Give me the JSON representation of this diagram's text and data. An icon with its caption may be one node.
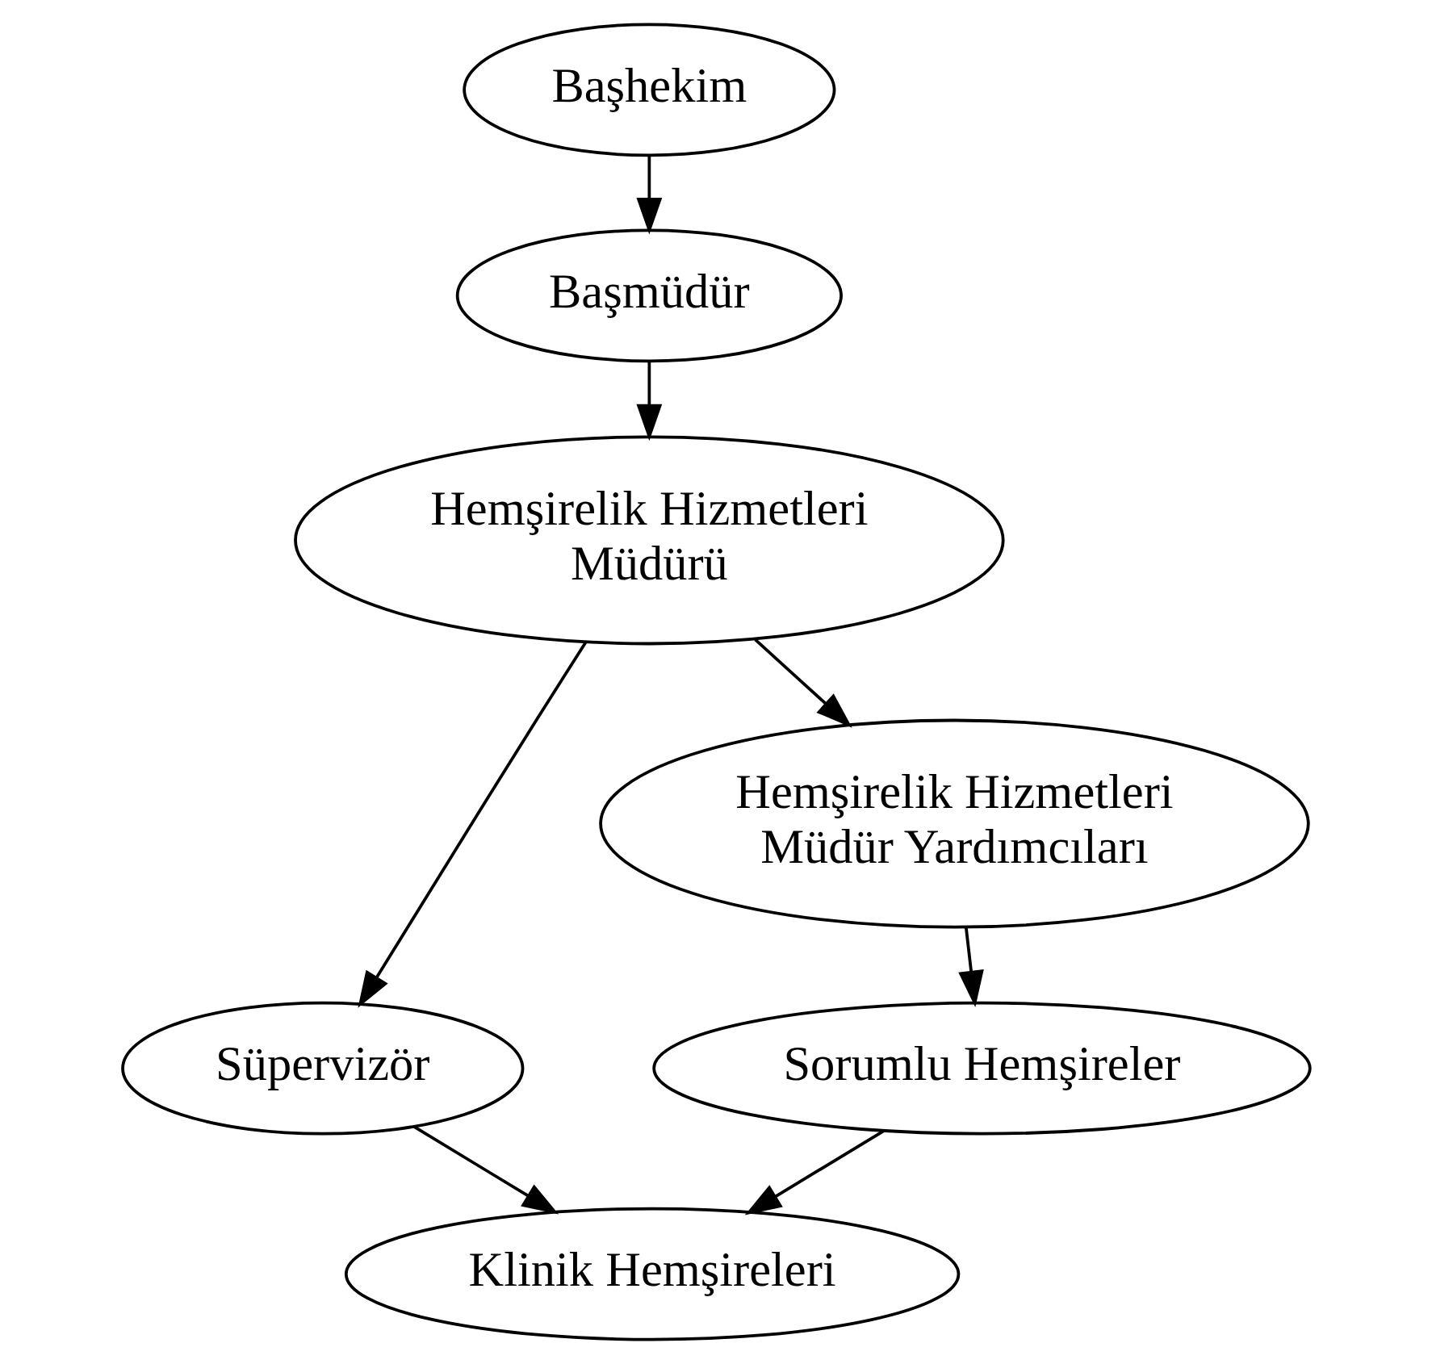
{
  "diagram": {
    "nodes": [
      {
        "text": [
          "Başhekim"
        ]
      },
      {
        "text": [
          "Başmüdür"
        ]
      },
      {
        "text": [
          "Hemşirelik Hizmetleri Müdürü"
        ]
      },
      {
        "text": [
          "Süpervizör"
        ]
      },
      {
        "text": [
          "Hemşirelik Hizmetleri Müdür Yardımcıları"
        ]
      },
      {
        "text": [
          "Sorumlu Hemşireler"
        ]
      },
      {
        "text": [
          "Klinik Hemşireleri"
        ]
      }
    ],
    "edges": [
      {
        "from": 0,
        "to": 1,
        "arrow": "to"
      },
      {
        "from": 1,
        "to": 2,
        "arrow": "to"
      },
      {
        "from": 2,
        "to": 3,
        "arrow": "to"
      },
      {
        "from": 2,
        "to": 4,
        "arrow": "to"
      },
      {
        "from": 4,
        "to": 5,
        "arrow": "to"
      },
      {
        "from": 5,
        "to": 6,
        "arrow": "to"
      },
      {
        "from": 3,
        "to": 6,
        "arrow": "to"
      }
    ]
  }
}
